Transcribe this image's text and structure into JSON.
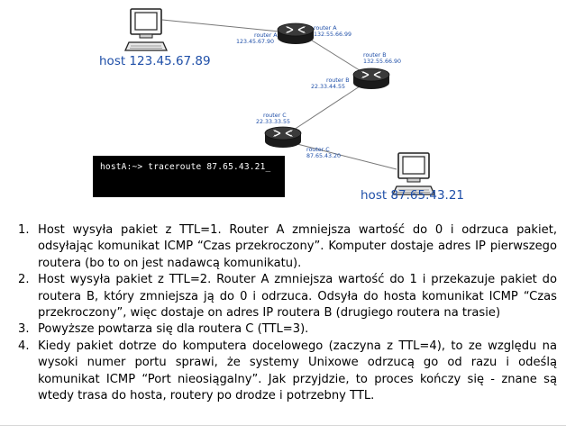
{
  "diagram": {
    "host_a": "host 123.45.67.89",
    "host_b": "host 87.65.43.21",
    "router_a": {
      "name": "router A",
      "ip_left": "123.45.67.90",
      "ip_right": "132.55.66.99"
    },
    "router_b": {
      "name": "router B",
      "ip_top": "132.55.66.90",
      "ip_left": "22.33.44.55"
    },
    "router_c": {
      "name": "router C",
      "ip_top": "22.33.33.55",
      "ip_bottom": "87.65.43.20"
    },
    "terminal_command": "hostA:~> traceroute 87.65.43.21_",
    "colors": {
      "host_label": "#1f4fa8",
      "router_body": "#1a1a1a",
      "link": "#777777"
    }
  },
  "notes": [
    {
      "number": "1.",
      "text": "Host wysyła pakiet z TTL=1. Router A zmniejsza wartość do 0 i odrzuca pakiet, odsyłając komunikat ICMP “Czas przekroczony”. Komputer dostaje adres IP pierwszego routera (bo to on jest nadawcą komunikatu)."
    },
    {
      "number": "2.",
      "text": "Host wysyła pakiet z TTL=2. Router A zmniejsza wartość do 1 i przekazuje pakiet do routera B, który zmniejsza ją do 0 i odrzuca. Odsyła do hosta komunikat ICMP “Czas przekroczony”, więc dostaje on adres IP routera B (drugiego routera na trasie)"
    },
    {
      "number": "3.",
      "text": "Powyższe powtarza się dla routera C (TTL=3)."
    },
    {
      "number": "4.",
      "text": "Kiedy pakiet dotrze do komputera docelowego (zaczyna z TTL=4), to ze względu na wysoki numer portu sprawi, że systemy Unixowe odrzucą go od razu i odeślą komunikat ICMP “Port nieosiągalny”. Jak przyjdzie, to proces kończy się - znane są wtedy trasa do hosta, routery po drodze i potrzebny TTL."
    }
  ]
}
